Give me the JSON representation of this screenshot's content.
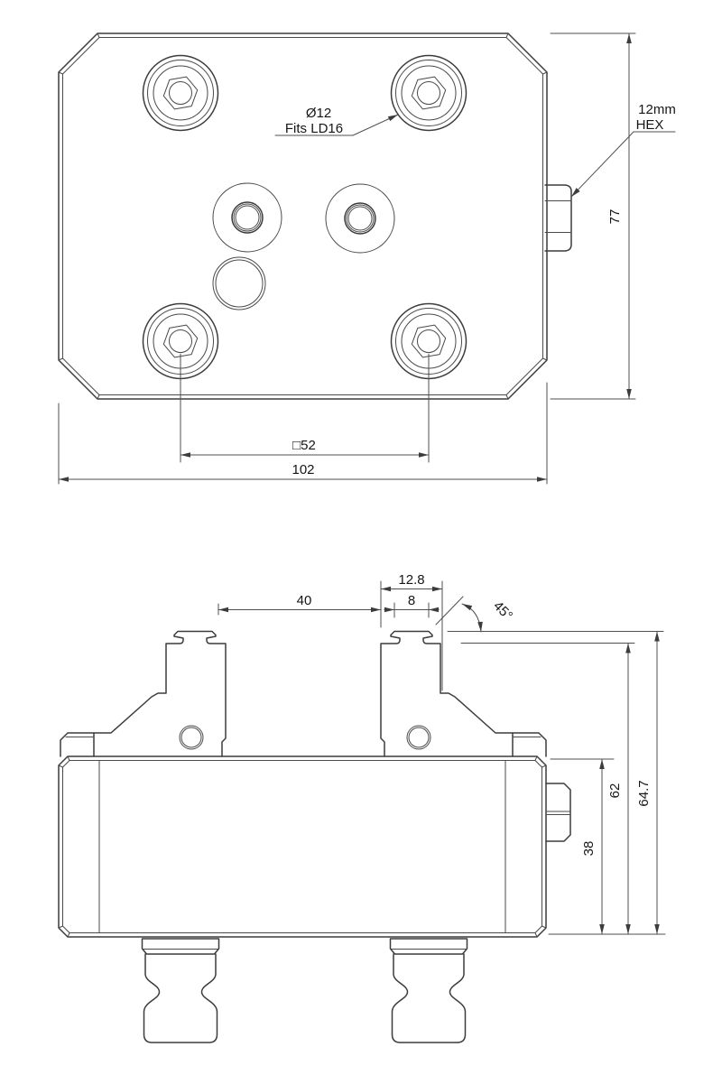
{
  "drawing": {
    "background": "#ffffff",
    "line_color": "#3c3c3c",
    "dim_color": "#4f4f4f",
    "text_color": "#161616",
    "top_view": {
      "labels": {
        "hole_dia_line1": "Ø12",
        "hole_dia_line2": "Fits LD16",
        "hex_line1": "12mm",
        "hex_line2": "HEX",
        "height_dim": "77",
        "bolt_square_dim": "□52",
        "width_dim": "102"
      }
    },
    "front_view": {
      "labels": {
        "jaw_gap_dim": "40",
        "jaw_width_dim": "12.8",
        "cap_width_dim": "8",
        "chamfer_angle_dim": "45°",
        "body_height_dim": "38",
        "shoulder_height_dim": "62",
        "overall_height_dim": "64.7"
      }
    }
  }
}
